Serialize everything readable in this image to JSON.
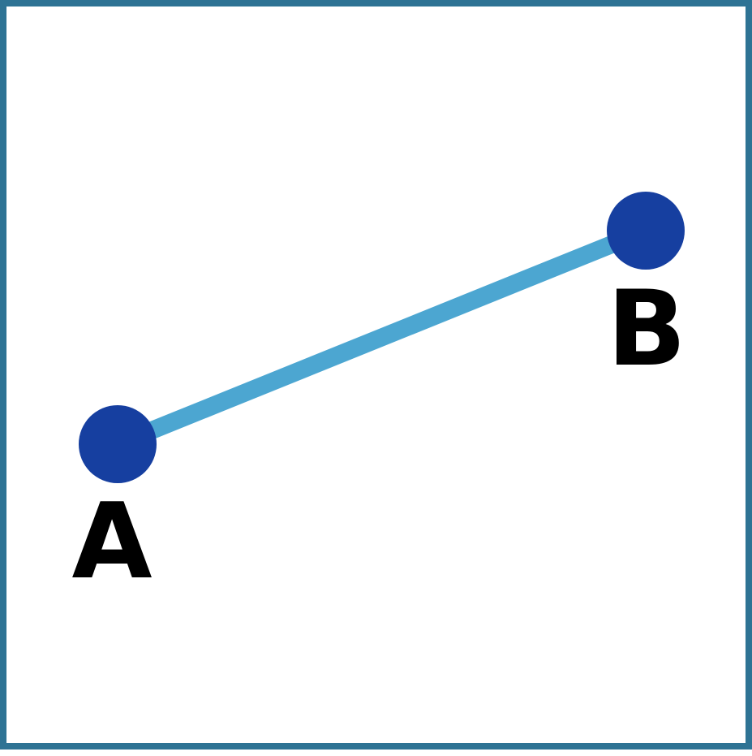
{
  "diagram": {
    "points": [
      {
        "label": "A",
        "color": "#163fa0"
      },
      {
        "label": "B",
        "color": "#163fa0"
      }
    ],
    "segment": {
      "from": "A",
      "to": "B",
      "color": "#4ca6d1"
    },
    "border_color": "#2e7394"
  }
}
